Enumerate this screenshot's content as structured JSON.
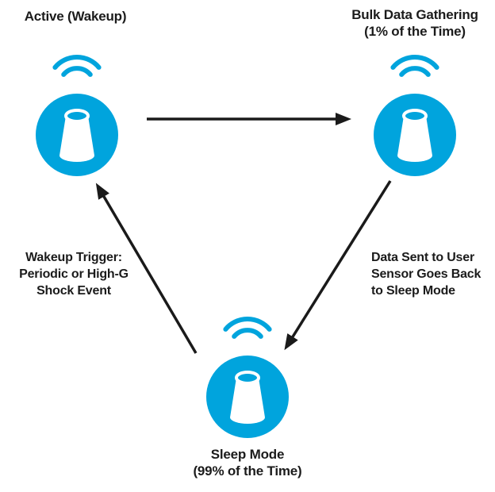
{
  "diagram": {
    "title": "Sensor power-state cycle diagram",
    "colors": {
      "accent": "#00A4DD",
      "text": "#1B1B1B",
      "arrow": "#1A1A1A"
    },
    "icons": {
      "sensor": "wireless-sensor-icon",
      "signal": "wifi-signal-arcs-icon",
      "arrowhead": "arrowhead-icon"
    },
    "nodes": {
      "active": {
        "label": "Active (Wakeup)"
      },
      "bulk": {
        "label_line1": "Bulk Data Gathering",
        "label_line2": "(1% of the Time)"
      },
      "sleep": {
        "label_line1": "Sleep Mode",
        "label_line2": "(99% of the Time)"
      }
    },
    "edges": {
      "active_to_bulk": {
        "from": "Active (Wakeup)",
        "to": "Bulk Data Gathering"
      },
      "bulk_to_sleep": {
        "from": "Bulk Data Gathering",
        "to": "Sleep Mode",
        "lines": [
          "Data Sent to User",
          "Sensor Goes Back",
          "to Sleep Mode"
        ]
      },
      "sleep_to_active": {
        "from": "Sleep Mode",
        "to": "Active (Wakeup)",
        "lines": [
          "Wakeup Trigger:",
          "Periodic or High-G",
          "Shock Event"
        ]
      }
    }
  }
}
